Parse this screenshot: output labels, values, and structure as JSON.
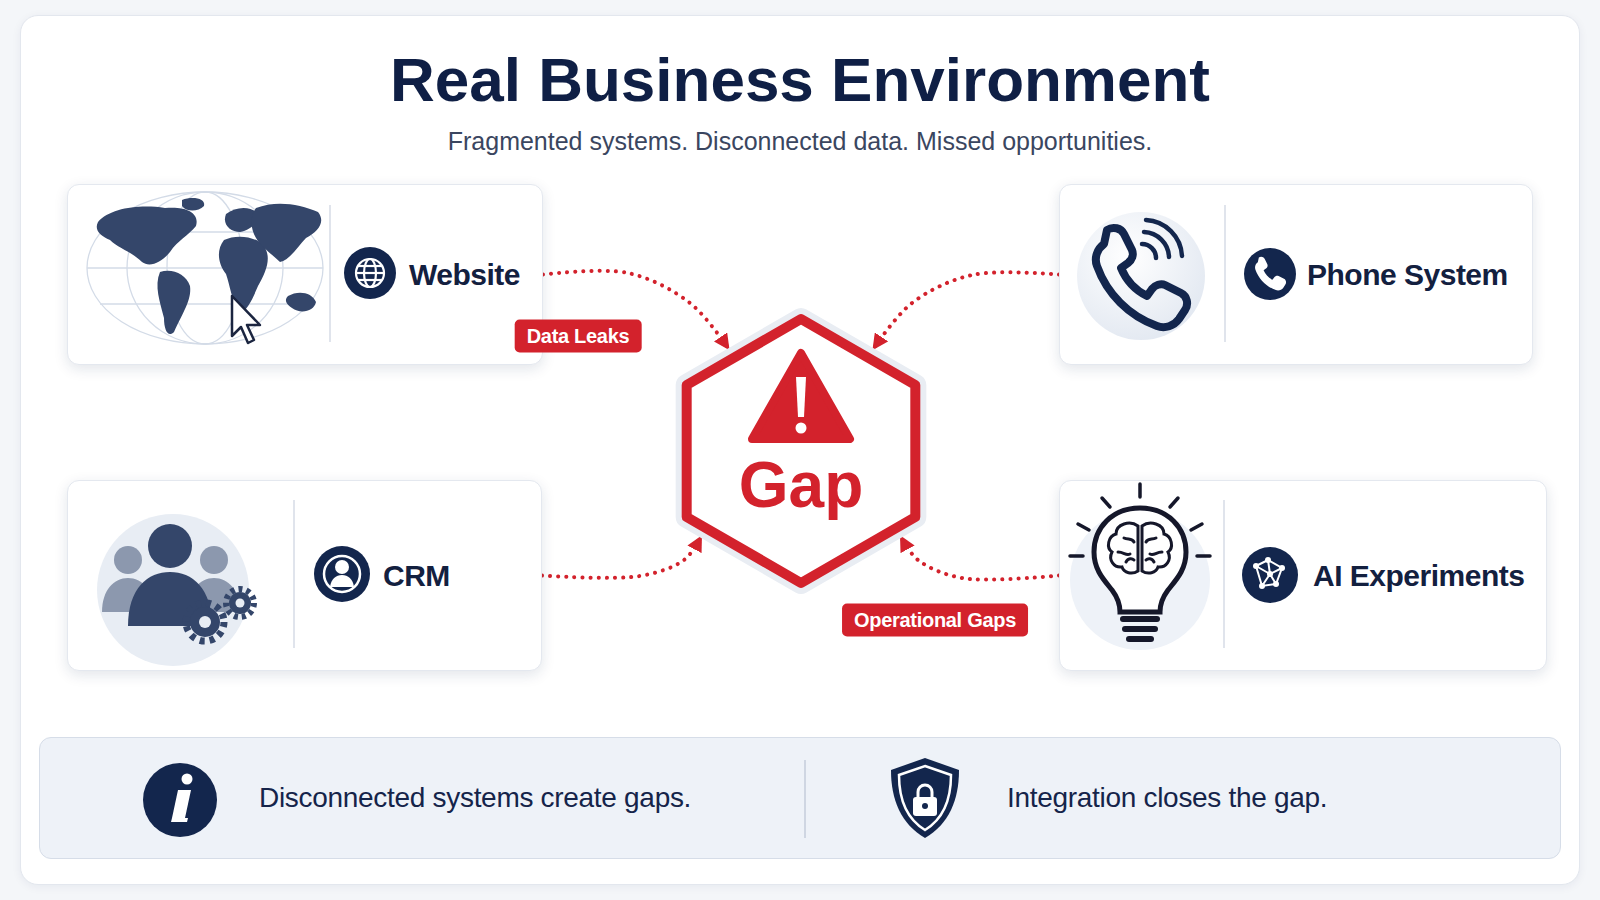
{
  "diagram": {
    "title": "Real Business Environment",
    "nodes": [
      {
        "text": [
          "Website"
        ]
      },
      {
        "text": [
          "Phone System"
        ]
      },
      {
        "text": [
          "Gap"
        ]
      },
      {
        "text": [
          "CRM"
        ]
      },
      {
        "text": [
          "AI Experiments"
        ]
      },
      {
        "text": [
          "Disconnected systems create gaps.",
          "Integration closes the gap."
        ]
      }
    ],
    "edges": [
      {
        "from": 0,
        "to": 2,
        "arrow": "to",
        "label": "Data Leaks"
      },
      {
        "from": 1,
        "to": 2,
        "arrow": "to"
      },
      {
        "from": 3,
        "to": 2,
        "arrow": "to"
      },
      {
        "from": 4,
        "to": 2,
        "arrow": "to",
        "label": "Operational Gaps"
      }
    ],
    "labels": [
      "Fragmented systems. Disconnected data. Missed opportunities."
    ]
  }
}
